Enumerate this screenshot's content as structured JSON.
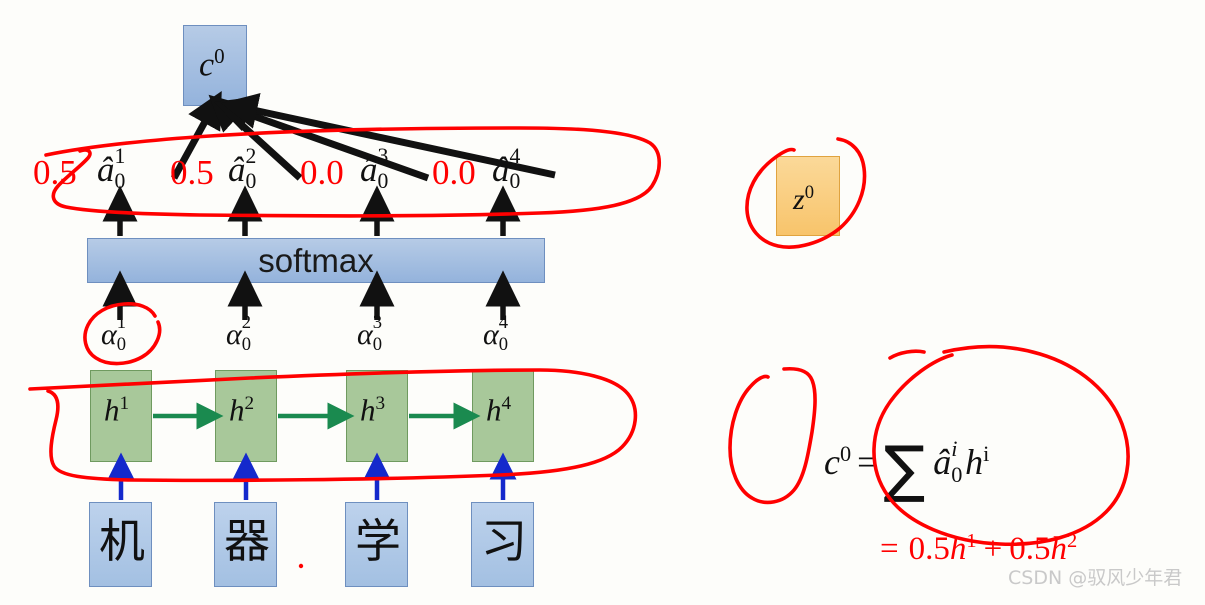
{
  "diagram": {
    "title": "Attention mechanism c0 computation",
    "colors": {
      "blue_fill": "#A3C0E2",
      "blue_border": "#6E8FBF",
      "green_fill": "#A8C89A",
      "green_border": "#6F9A5F",
      "orange_fill": "#F8C46B",
      "orange_border": "#E0A33F",
      "annotation_red": "#FF0000",
      "green_arrow": "#1A8A4F",
      "blue_arrow": "#1429CC",
      "black_arrow": "#111111",
      "watermark_gray": "#C9C9C9"
    },
    "context_vector": {
      "symbol": "c",
      "superscript": "0"
    },
    "softmax": {
      "label": "softmax"
    },
    "attention_weights": [
      {
        "value": "0.5",
        "symbol": "â",
        "sub": "0",
        "sup": "1"
      },
      {
        "value": "0.5",
        "symbol": "â",
        "sub": "0",
        "sup": "2"
      },
      {
        "value": "0.0",
        "symbol": "â",
        "sub": "0",
        "sup": "3"
      },
      {
        "value": "0.0",
        "symbol": "â",
        "sub": "0",
        "sup": "4"
      }
    ],
    "raw_scores": [
      {
        "symbol": "α",
        "sub": "0",
        "sup": "1"
      },
      {
        "symbol": "α",
        "sub": "0",
        "sup": "2"
      },
      {
        "symbol": "α",
        "sub": "0",
        "sup": "3"
      },
      {
        "symbol": "α",
        "sub": "0",
        "sup": "4"
      }
    ],
    "hidden_states": [
      {
        "symbol": "h",
        "sup": "1"
      },
      {
        "symbol": "h",
        "sup": "2"
      },
      {
        "symbol": "h",
        "sup": "3"
      },
      {
        "symbol": "h",
        "sup": "4"
      }
    ],
    "inputs": [
      {
        "char": "机"
      },
      {
        "char": "器"
      },
      {
        "char": "学"
      },
      {
        "char": "习"
      }
    ],
    "decoder_state": {
      "symbol": "z",
      "superscript": "0"
    },
    "equation": {
      "lhs_symbol": "c",
      "lhs_sup": "0",
      "equals": "=",
      "sigma": "∑",
      "term_symbol": "â",
      "term_sub": "0",
      "term_sup": "i",
      "term_h": "h",
      "term_h_sup": "i"
    },
    "equation_result": {
      "equals": "=",
      "coef1": "0.5",
      "h1": "h",
      "h1_sup": "1",
      "plus": "+",
      "coef2": "0.5",
      "h2": "h",
      "h2_sup": "2"
    },
    "watermark": "CSDN @驭风少年君"
  }
}
